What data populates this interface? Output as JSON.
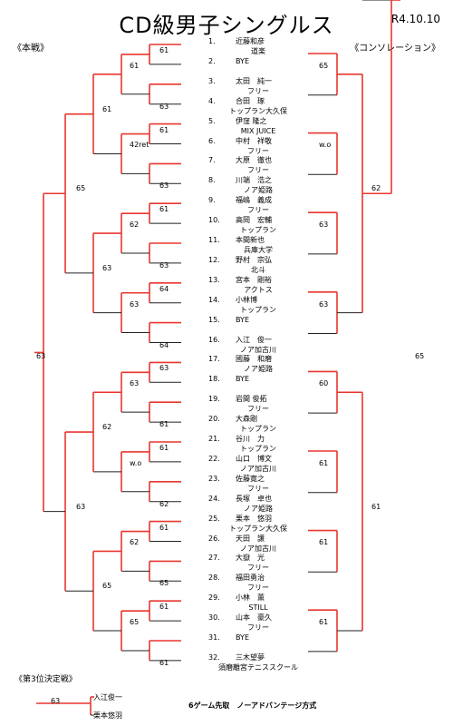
{
  "title": "CD級男子シングルス",
  "date": "R4.10.10",
  "sections": {
    "main": "《本戦》",
    "consolation": "《コンソレーション》"
  },
  "players": [
    {
      "no": "1.",
      "name": "近藤和彦",
      "aff": "道楽"
    },
    {
      "no": "2.",
      "name": "BYE",
      "aff": ""
    },
    {
      "no": "3.",
      "name": "太田　純一",
      "aff": "フリー"
    },
    {
      "no": "4.",
      "name": "合田　琢",
      "aff": "トップラン大久保"
    },
    {
      "no": "5.",
      "name": "伊窪 隆之",
      "aff": "MIX JUICE"
    },
    {
      "no": "6.",
      "name": "中村　祥敬",
      "aff": "フリー"
    },
    {
      "no": "7.",
      "name": "大原　徹也",
      "aff": "フリー"
    },
    {
      "no": "8.",
      "name": "川端　浩之",
      "aff": "ノア姫路"
    },
    {
      "no": "9.",
      "name": "福嶋　義成",
      "aff": "フリー"
    },
    {
      "no": "10.",
      "name": "高岡　宏輔",
      "aff": "トップラン"
    },
    {
      "no": "11.",
      "name": "本間新也",
      "aff": "兵庫大学"
    },
    {
      "no": "12.",
      "name": "野村　宗弘",
      "aff": "北斗"
    },
    {
      "no": "13.",
      "name": "宮本　剛裕",
      "aff": "アクトス"
    },
    {
      "no": "14.",
      "name": "小林博",
      "aff": "トップラン"
    },
    {
      "no": "15.",
      "name": "BYE",
      "aff": ""
    },
    {
      "no": "16.",
      "name": "入江　俊一",
      "aff": "ノア加古川"
    },
    {
      "no": "17.",
      "name": "國藤　和磨",
      "aff": "ノア姫路"
    },
    {
      "no": "18.",
      "name": "BYE",
      "aff": ""
    },
    {
      "no": "19.",
      "name": "岩間 俊拓",
      "aff": "フリー"
    },
    {
      "no": "20.",
      "name": "大森剛",
      "aff": "トップラン"
    },
    {
      "no": "21.",
      "name": "谷川　力",
      "aff": "トップラン"
    },
    {
      "no": "22.",
      "name": "山口　博文",
      "aff": "ノア加古川"
    },
    {
      "no": "23.",
      "name": "佐藤寛之",
      "aff": "フリー"
    },
    {
      "no": "24.",
      "name": "長塚　卓也",
      "aff": "ノア姫路"
    },
    {
      "no": "25.",
      "name": "栗本　悠羽",
      "aff": "トップラン大久保"
    },
    {
      "no": "26.",
      "name": "天田　譲",
      "aff": "ノア加古川"
    },
    {
      "no": "27.",
      "name": "大嶽　光",
      "aff": "フリー"
    },
    {
      "no": "28.",
      "name": "福田勇治",
      "aff": "フリー"
    },
    {
      "no": "29.",
      "name": "小林　薫",
      "aff": "STILL"
    },
    {
      "no": "30.",
      "name": "山本　豪久",
      "aff": "フリー"
    },
    {
      "no": "31.",
      "name": "BYE",
      "aff": ""
    },
    {
      "no": "32.",
      "name": "三木望夢",
      "aff": "須磨離宮テニススクール"
    }
  ],
  "scores": {
    "main_r1": [
      "",
      "63",
      "",
      "63",
      "",
      "63",
      "",
      "64",
      "",
      "61",
      "",
      "62",
      "",
      "65",
      "",
      "61"
    ],
    "main_r1_top": [
      "61",
      "",
      "61",
      "",
      "61",
      "",
      "64",
      "",
      "63",
      "",
      "61",
      "",
      "61",
      "",
      "61",
      ""
    ],
    "main_r2": [
      "61",
      "42ret",
      "62",
      "63",
      "63",
      "w.o",
      "62",
      "65"
    ],
    "main_r3": [
      "61",
      "63",
      "62",
      "65"
    ],
    "main_r4": [
      "65",
      "63"
    ],
    "main_final": "63",
    "con_r2": [
      "65",
      "w.o",
      "63",
      "63",
      "60",
      "61",
      "61",
      "61"
    ],
    "con_r3": [
      "62",
      "61"
    ],
    "con_final": "65"
  },
  "third_place": {
    "title": "《第3位決定戦》",
    "players": [
      "入江俊一",
      "栗本悠羽"
    ],
    "score": "63"
  },
  "footer": "6ゲーム先取　ノーアドバンテージ方式"
}
